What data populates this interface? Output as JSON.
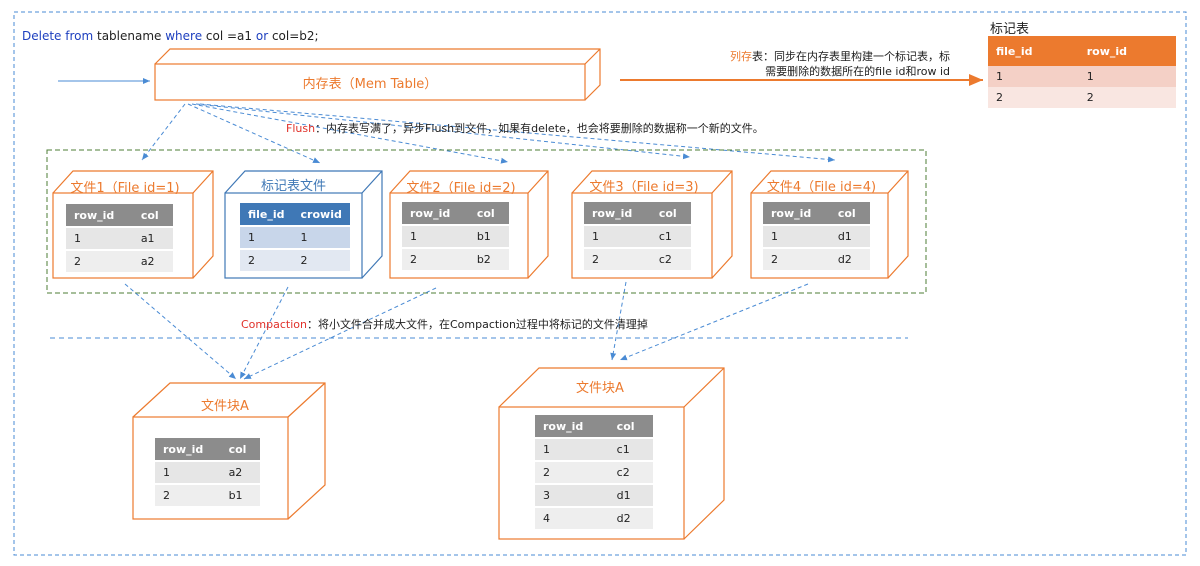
{
  "sql": {
    "delete": "Delete from",
    "table": " tablename ",
    "where": "where",
    "cond1": " col =a1 ",
    "or": "or",
    "cond2": " col=b2;"
  },
  "memtable": {
    "label": "内存表（Mem Table）"
  },
  "flush": {
    "keyword": "Flush",
    "text": "：内存表写满了，异步Flush到文件，如果有delete，也会将要删除的数据称一个新的文件。"
  },
  "column_store": {
    "keyword": "列存",
    "line1": "表：同步在内存表里构建一个标记表，标",
    "line2": "需要删除的数据所在的file id和row id"
  },
  "marker_table": {
    "title": "标记表",
    "headers": [
      "file_id",
      "row_id"
    ],
    "rows": [
      [
        "1",
        "1"
      ],
      [
        "2",
        "2"
      ]
    ]
  },
  "files": [
    {
      "title": "文件1（File id=1)",
      "headers": [
        "row_id",
        "col"
      ],
      "rows": [
        [
          "1",
          "a1"
        ],
        [
          "2",
          "a2"
        ]
      ]
    },
    {
      "title": "标记表文件",
      "headers": [
        "file_id",
        "crowid"
      ],
      "rows": [
        [
          "1",
          "1"
        ],
        [
          "2",
          "2"
        ]
      ]
    },
    {
      "title": "文件2（File id=2)",
      "headers": [
        "row_id",
        "col"
      ],
      "rows": [
        [
          "1",
          "b1"
        ],
        [
          "2",
          "b2"
        ]
      ]
    },
    {
      "title": "文件3（File id=3)",
      "headers": [
        "row_id",
        "col"
      ],
      "rows": [
        [
          "1",
          "c1"
        ],
        [
          "2",
          "c2"
        ]
      ]
    },
    {
      "title": "文件4（File id=4)",
      "headers": [
        "row_id",
        "col"
      ],
      "rows": [
        [
          "1",
          "d1"
        ],
        [
          "2",
          "d2"
        ]
      ]
    }
  ],
  "compaction": {
    "keyword": "Compaction",
    "text": "：将小文件合并成大文件，在Compaction过程中将标记的文件清理掉"
  },
  "blocks": [
    {
      "title": "文件块A",
      "headers": [
        "row_id",
        "col"
      ],
      "rows": [
        [
          "1",
          "a2"
        ],
        [
          "2",
          "b1"
        ]
      ]
    },
    {
      "title": "文件块A",
      "headers": [
        "row_id",
        "col"
      ],
      "rows": [
        [
          "1",
          "c1"
        ],
        [
          "2",
          "c2"
        ],
        [
          "3",
          "d1"
        ],
        [
          "4",
          "d2"
        ]
      ]
    }
  ],
  "colors": {
    "orange": "#ec7a2e",
    "blue": "#3f78b6",
    "green": "#4e7d36",
    "red": "#e0312a",
    "navy": "#1d3fbf"
  }
}
